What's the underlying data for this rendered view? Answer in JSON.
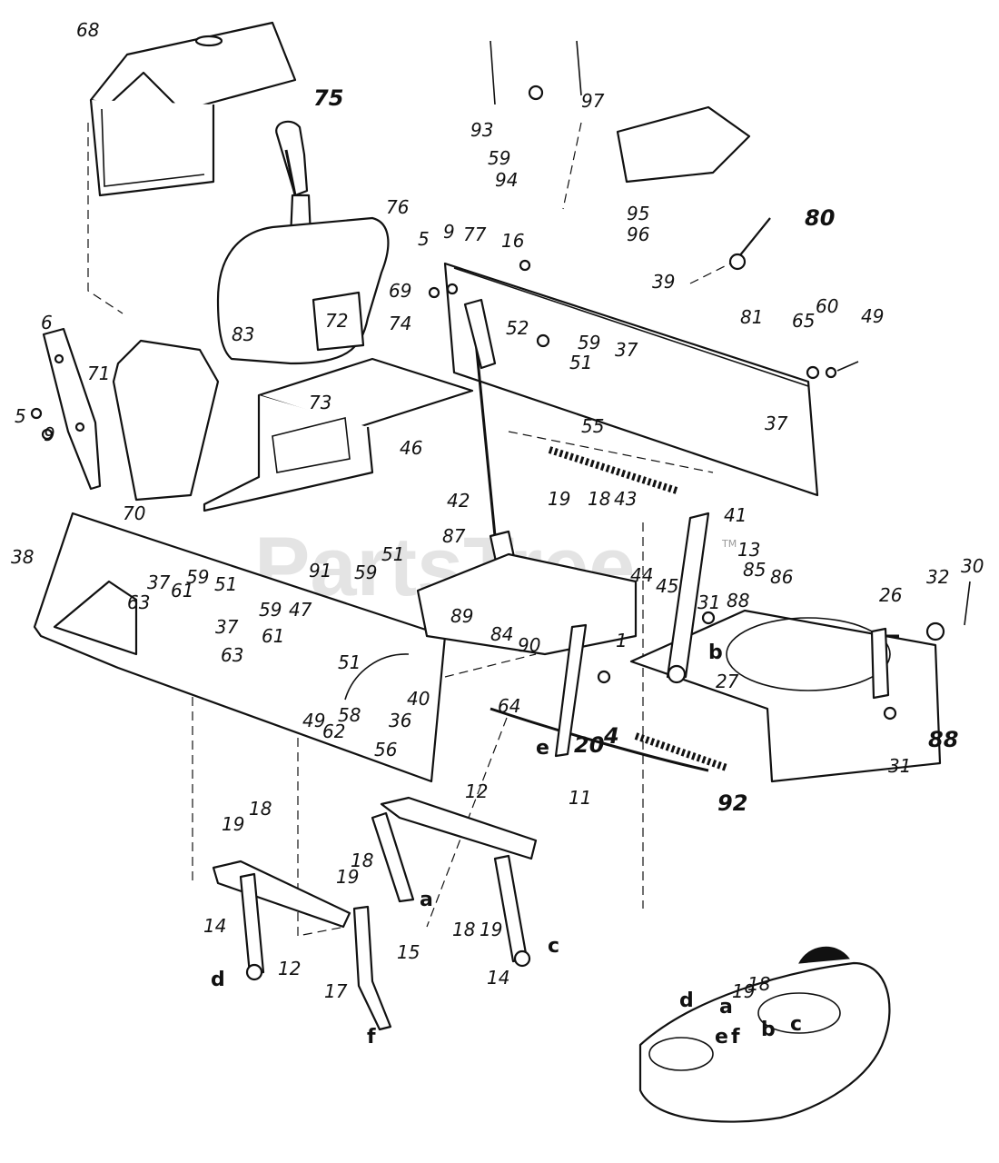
{
  "watermark": "PartsTree",
  "watermark_tm": "TM",
  "labels": {
    "l68": "68",
    "l75": "75",
    "l97": "97",
    "l93": "93",
    "l59a": "59",
    "l94": "94",
    "l95": "95",
    "l96": "96",
    "l80": "80",
    "l76": "76",
    "l5a": "5",
    "l9a": "9",
    "l77": "77",
    "l16": "16",
    "l39": "39",
    "l81": "81",
    "l65": "65",
    "l60": "60",
    "l49a": "49",
    "l6": "6",
    "l83": "83",
    "l72": "72",
    "l69": "69",
    "l74": "74",
    "l52": "52",
    "l59b": "59",
    "l51a": "51",
    "l37a": "37",
    "l71": "71",
    "l5b": "5",
    "l9b": "9",
    "l73": "73",
    "l46": "46",
    "l37b": "37",
    "l55": "55",
    "l70": "70",
    "l42": "42",
    "l19a": "19",
    "l18a": "18",
    "l43": "43",
    "l41": "41",
    "l38": "38",
    "l87": "87",
    "l13": "13",
    "l85": "85",
    "l86": "86",
    "l91": "91",
    "l59c": "59",
    "l51b": "51",
    "l44": "44",
    "l45": "45",
    "l30": "30",
    "l32": "32",
    "l26": "26",
    "l37c": "37",
    "l59d": "59",
    "l61a": "61",
    "l51c": "51",
    "l59e": "59",
    "l47": "47",
    "l63a": "63",
    "l89": "89",
    "l31a": "31",
    "l88a": "88",
    "l84": "84",
    "l90": "90",
    "l1": "1",
    "lb": "b",
    "l27": "27",
    "l37d": "37",
    "l61b": "61",
    "l51d": "51",
    "l63b": "63",
    "l40": "40",
    "l64": "64",
    "l36": "36",
    "l58": "58",
    "l49b": "49",
    "l62": "62",
    "l56": "56",
    "le": "e",
    "l20": "20",
    "l4": "4",
    "l88b": "88",
    "l31b": "31",
    "l92": "92",
    "l11": "11",
    "l12a": "12",
    "l19b": "19",
    "l18b": "18",
    "l18c": "18",
    "l19c": "19",
    "la": "a",
    "l18d": "18",
    "l19d": "19",
    "l14a": "14",
    "l12b": "12",
    "l15": "15",
    "lc": "c",
    "l14b": "14",
    "ld": "d",
    "l17": "17",
    "lf": "f",
    "l19e": "19",
    "l18e": "18",
    "ld2": "d",
    "la2": "a",
    "le2": "e",
    "lf2": "f",
    "lb2": "b",
    "lc2": "c"
  }
}
